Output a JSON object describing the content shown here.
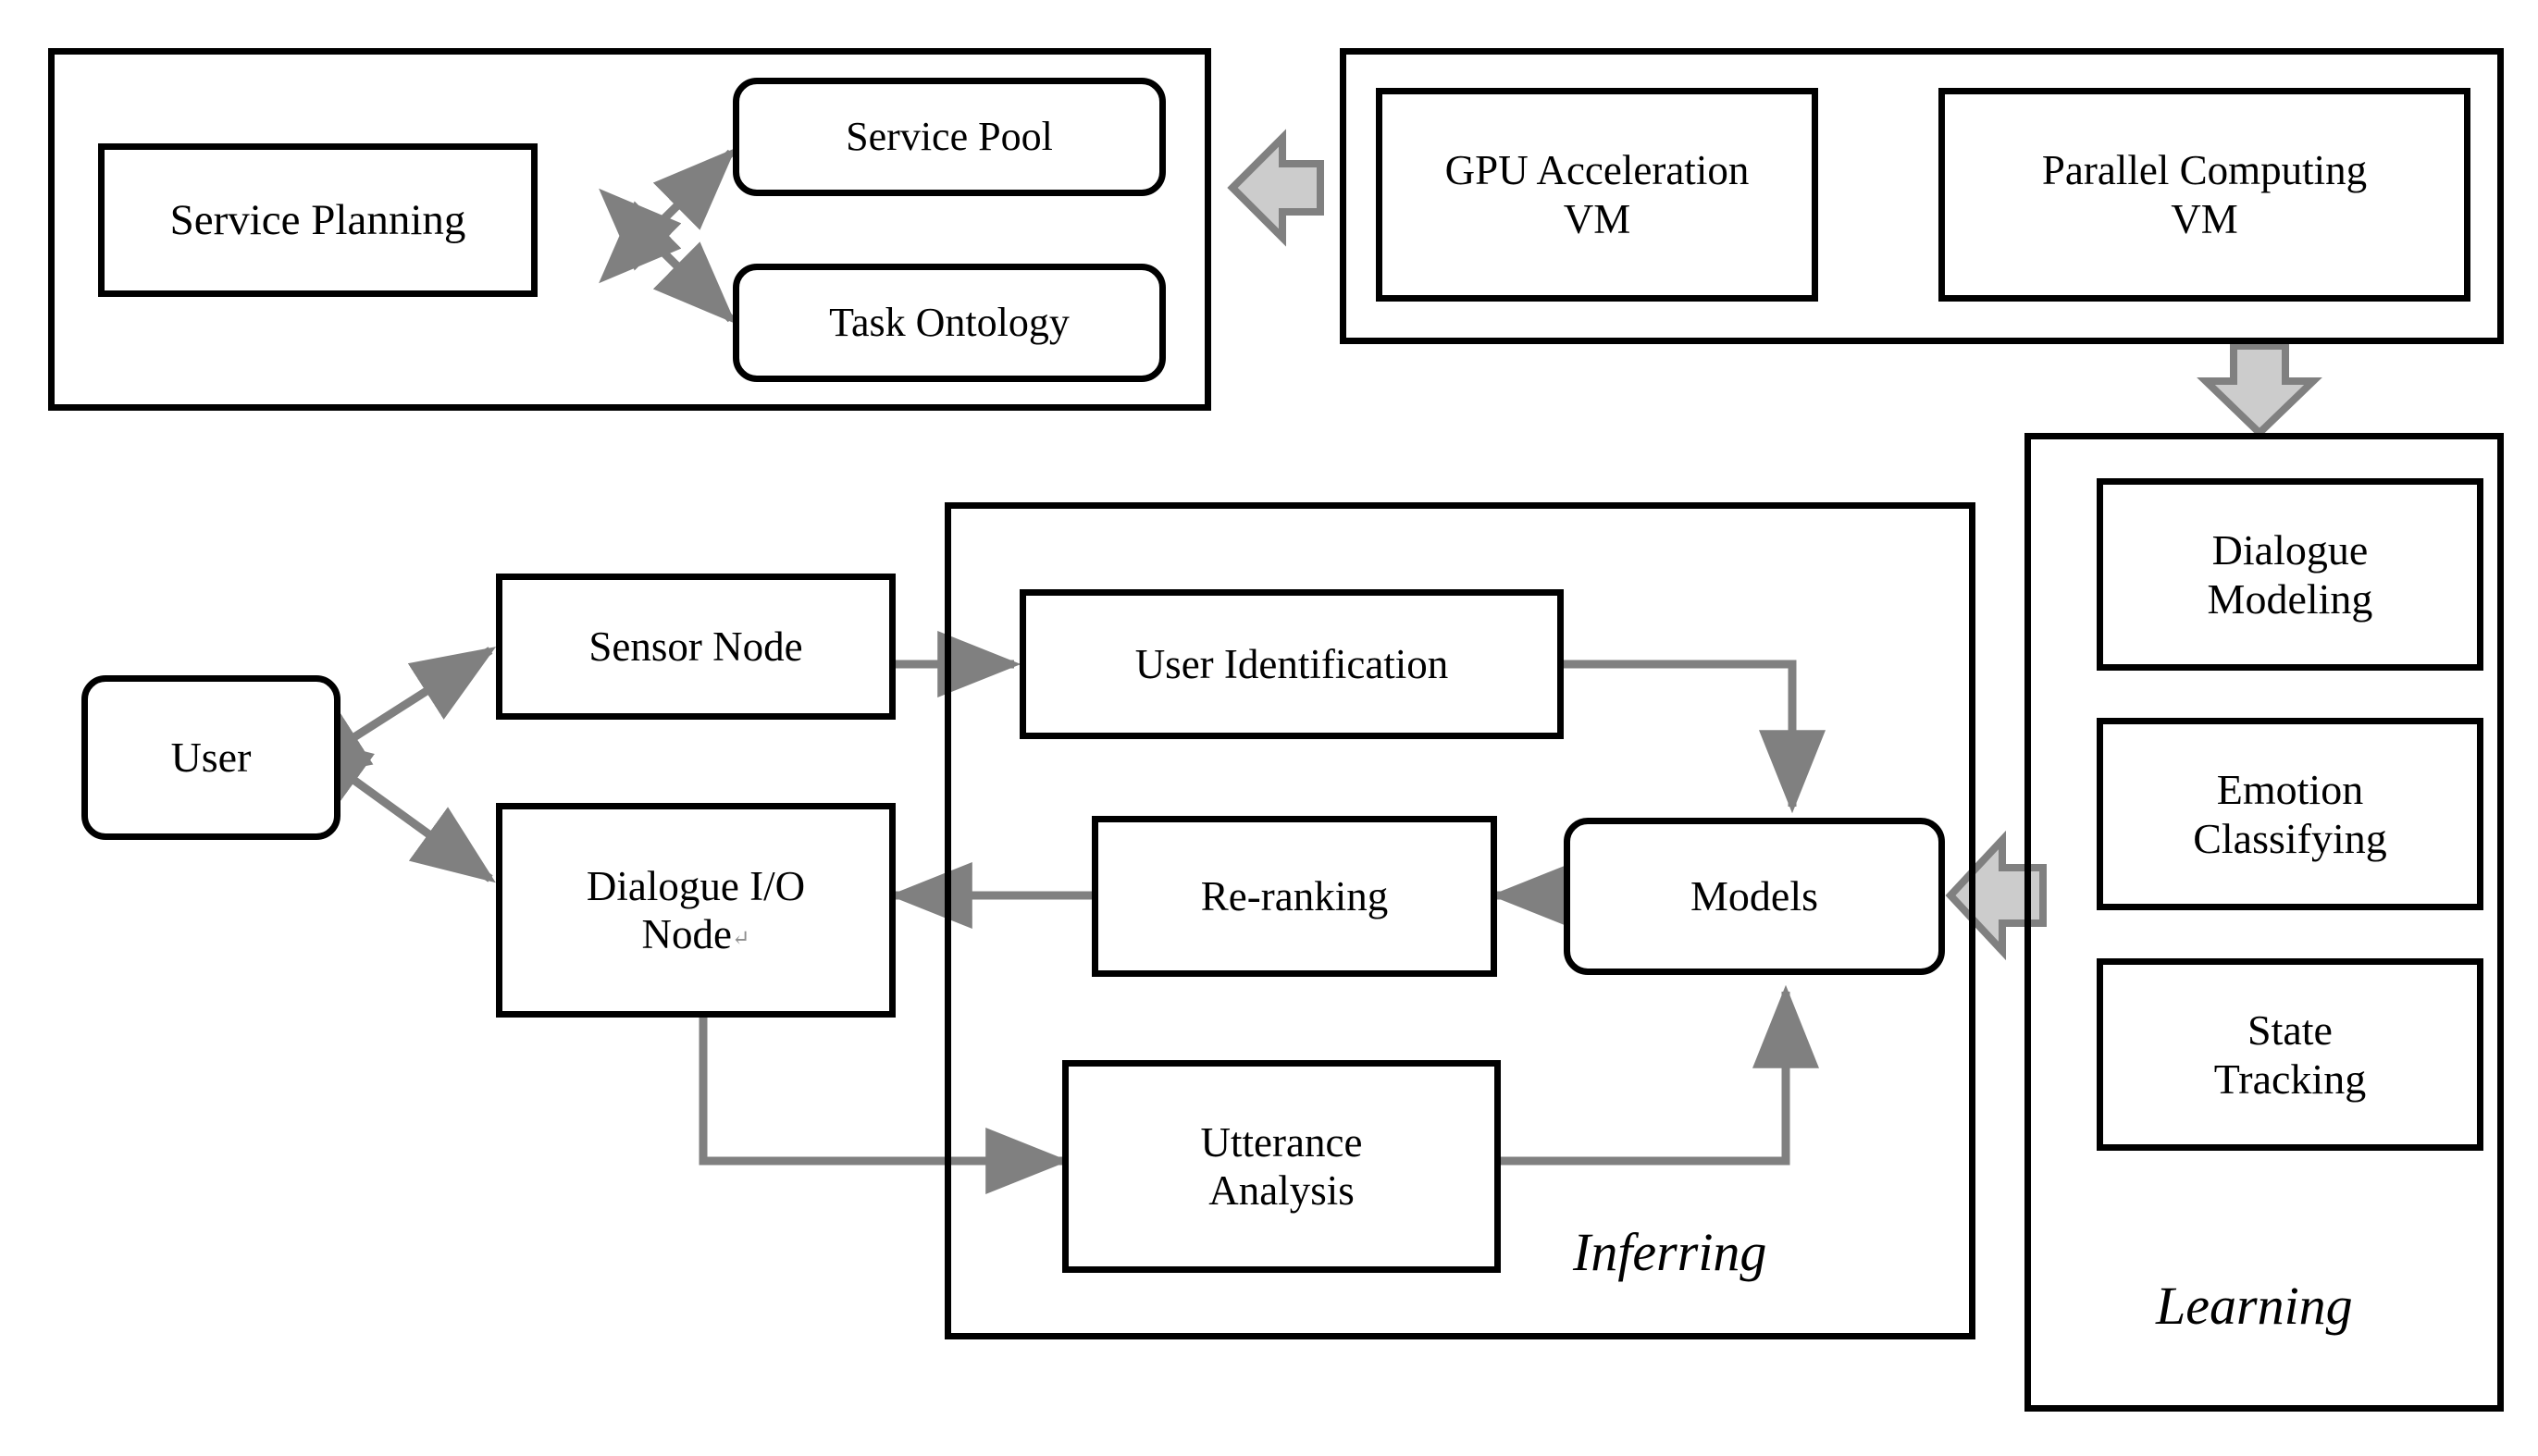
{
  "diagram": {
    "title": "System architecture block diagram",
    "colors": {
      "stroke": "#000000",
      "background": "#ffffff",
      "thin_connector": "#808080",
      "block_arrow_fill": "#cccccc",
      "block_arrow_stroke": "#808080"
    }
  },
  "service_panel": {
    "service_planning": "Service Planning",
    "service_pool": "Service Pool",
    "task_ontology": "Task Ontology"
  },
  "compute_panel": {
    "gpu_vm": "GPU Acceleration\nVM",
    "parallel_vm": "Parallel Computing\nVM"
  },
  "flow": {
    "user": "User",
    "sensor_node": "Sensor Node",
    "dialogue_io_node": "Dialogue I/O\nNode",
    "dialogue_io_node_mark": "↵"
  },
  "inferring_panel": {
    "caption": "Inferring",
    "user_identification": "User Identification",
    "re_ranking": "Re-ranking",
    "models": "Models",
    "utterance_analysis": "Utterance\nAnalysis"
  },
  "learning_panel": {
    "caption": "Learning",
    "dialogue_modeling": "Dialogue\nModeling",
    "emotion_classifying": "Emotion\nClassifying",
    "state_tracking": "State\nTracking"
  },
  "icons": {
    "block_arrow_left_compute_to_service": "block-arrow-left-icon",
    "block_arrow_down_compute_to_learning": "block-arrow-down-icon",
    "block_arrow_left_learning_to_models": "block-arrow-left-icon"
  }
}
